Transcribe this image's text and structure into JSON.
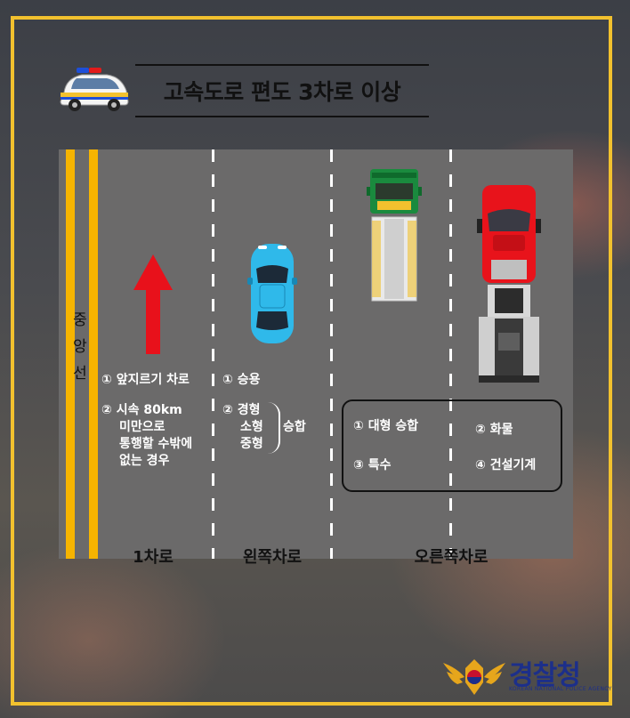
{
  "title": "고속도로 편도 3차로 이상",
  "center_line_text": [
    "중",
    "앙",
    "선"
  ],
  "lanes": {
    "lane1": {
      "name": "1차로",
      "item1": "① 앞지르기 차로",
      "item2_line1": "② 시속 80km",
      "item2_line2": "미만으로",
      "item2_line3": "통행할 수밖에",
      "item2_line4": "없는 경우"
    },
    "left": {
      "name": "왼쪽차로",
      "item1": "① 승용",
      "item2_line1": "② 경형",
      "item2_line2": "소형",
      "item2_line3": "중형",
      "item2_suffix": "승합"
    },
    "right": {
      "name": "오른쪽차로",
      "items": [
        "① 대형 승합",
        "② 화물",
        "③ 특수",
        "④ 건설기계"
      ]
    }
  },
  "logo": {
    "name": "경찰청",
    "subtitle": "KOREAN NATIONAL POLICE AGENCY"
  },
  "colors": {
    "frame": "#f2c12e",
    "center_line": "#f6b400",
    "road": "#6b6a6a",
    "arrow": "#e8111b",
    "logo": "#1c2f8a"
  },
  "icons": [
    "police-car-icon",
    "up-arrow-icon",
    "blue-car-icon",
    "green-truck-icon",
    "red-truck-icon",
    "police-emblem-icon"
  ]
}
